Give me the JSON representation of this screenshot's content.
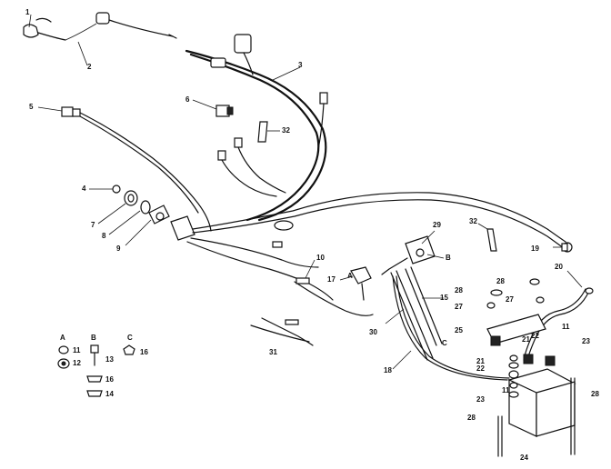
{
  "callouts": [
    {
      "id": "c1",
      "text": "1"
    },
    {
      "id": "c2",
      "text": "2"
    },
    {
      "id": "c3",
      "text": "3"
    },
    {
      "id": "c4",
      "text": "4"
    },
    {
      "id": "c5",
      "text": "5"
    },
    {
      "id": "c6",
      "text": "6"
    },
    {
      "id": "c7",
      "text": "7"
    },
    {
      "id": "c8",
      "text": "8"
    },
    {
      "id": "c9",
      "text": "9"
    },
    {
      "id": "c10",
      "text": "10"
    },
    {
      "id": "c11a",
      "text": "11"
    },
    {
      "id": "c11b",
      "text": "11"
    },
    {
      "id": "c11c",
      "text": "11"
    },
    {
      "id": "c12",
      "text": "12"
    },
    {
      "id": "c13",
      "text": "13"
    },
    {
      "id": "c14",
      "text": "14"
    },
    {
      "id": "c15",
      "text": "15"
    },
    {
      "id": "c16a",
      "text": "16"
    },
    {
      "id": "c16b",
      "text": "16"
    },
    {
      "id": "c17",
      "text": "17"
    },
    {
      "id": "c18",
      "text": "18"
    },
    {
      "id": "c19",
      "text": "19"
    },
    {
      "id": "c20",
      "text": "20"
    },
    {
      "id": "c21a",
      "text": "21"
    },
    {
      "id": "c21b",
      "text": "21"
    },
    {
      "id": "c22a",
      "text": "22"
    },
    {
      "id": "c22b",
      "text": "22"
    },
    {
      "id": "c23a",
      "text": "23"
    },
    {
      "id": "c23b",
      "text": "23"
    },
    {
      "id": "c24",
      "text": "24"
    },
    {
      "id": "c25",
      "text": "25"
    },
    {
      "id": "c27a",
      "text": "27"
    },
    {
      "id": "c27b",
      "text": "27"
    },
    {
      "id": "c28a",
      "text": "28"
    },
    {
      "id": "c28b",
      "text": "28"
    },
    {
      "id": "c28c",
      "text": "28"
    },
    {
      "id": "c28d",
      "text": "28"
    },
    {
      "id": "c29",
      "text": "29"
    },
    {
      "id": "c30",
      "text": "30"
    },
    {
      "id": "c31",
      "text": "31"
    },
    {
      "id": "c32a",
      "text": "32"
    },
    {
      "id": "c32b",
      "text": "32"
    },
    {
      "id": "cA1",
      "text": "A"
    },
    {
      "id": "cA2",
      "text": "A"
    },
    {
      "id": "cB1",
      "text": "B"
    },
    {
      "id": "cB2",
      "text": "B"
    },
    {
      "id": "cC1",
      "text": "C"
    },
    {
      "id": "cC2",
      "text": "C"
    }
  ]
}
